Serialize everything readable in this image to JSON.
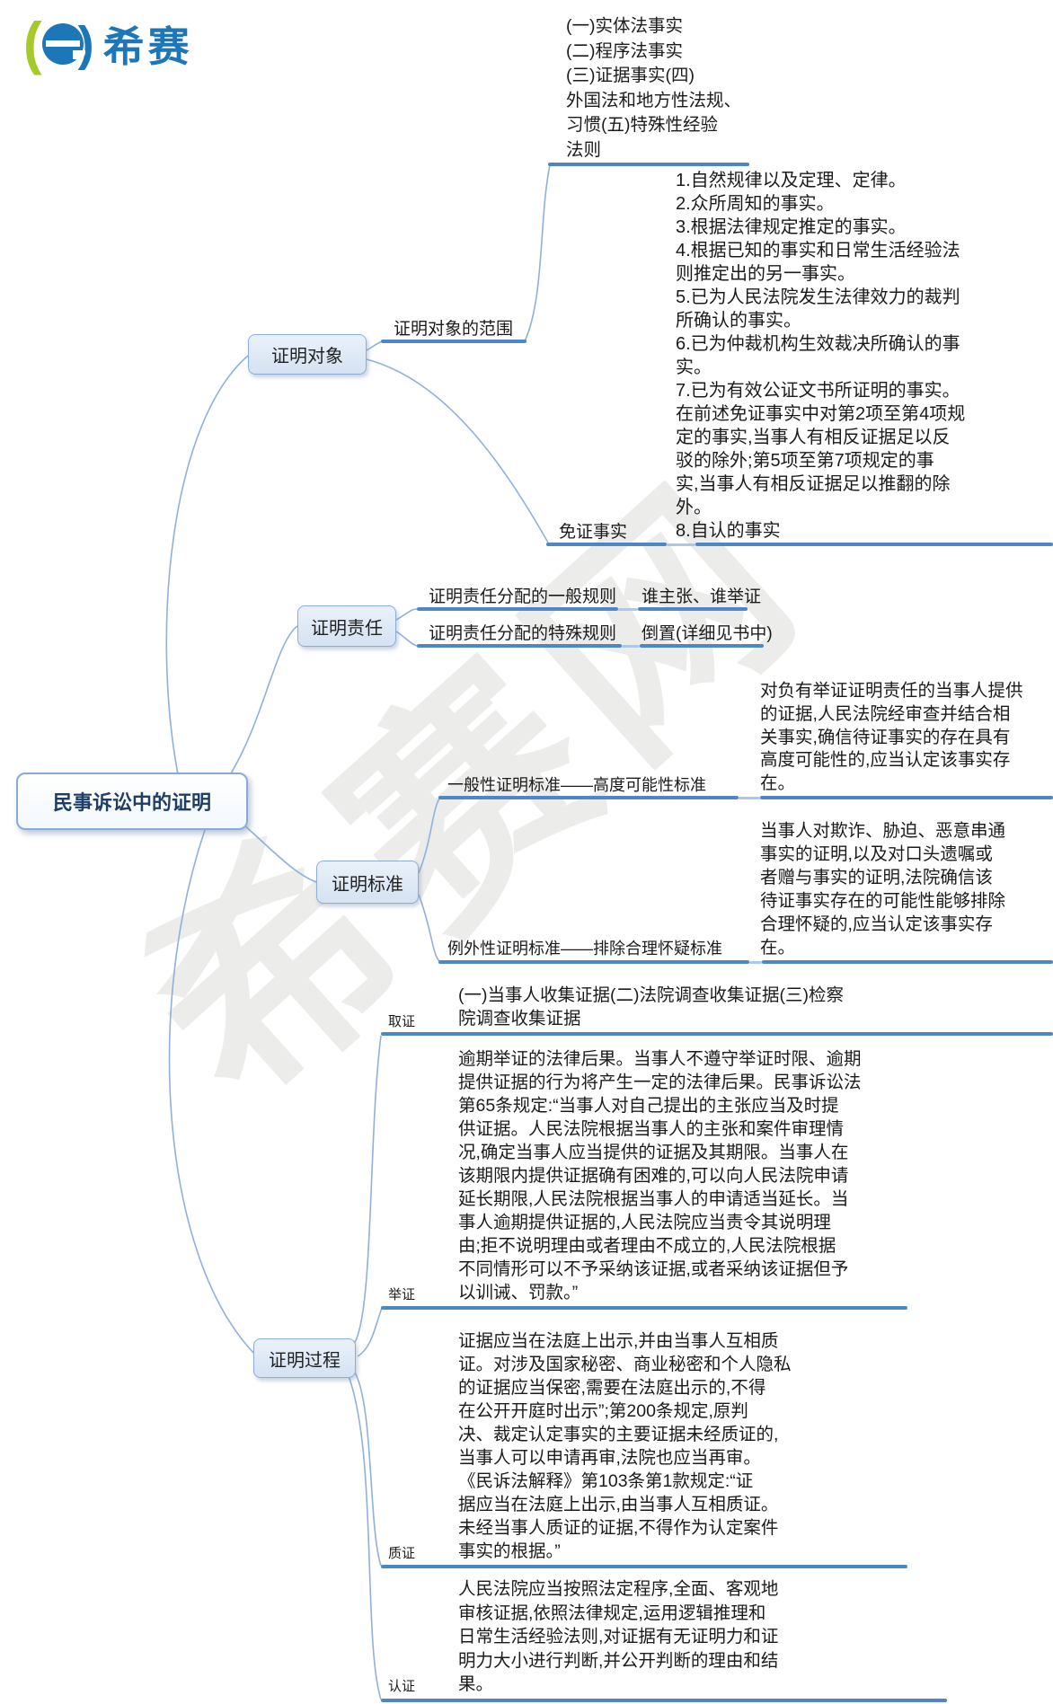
{
  "watermark": {
    "text": "希赛网"
  },
  "logo": {
    "brand": "希赛",
    "icon": "e-logo"
  },
  "colors": {
    "accent_blue": "#4f86c6",
    "light_blue": "#abc7ea",
    "node_fill": "#d5e2f2",
    "node_border": "#8badd8",
    "brand_blue": "#1c76b8",
    "logo_green": "#a6c92c",
    "root_text": "#1d3f66"
  },
  "root": {
    "label": "民事诉讼中的证明"
  },
  "object_branch": {
    "node_label": "证明对象",
    "scope": {
      "label": "证明对象的范围",
      "content": "(一)实体法事实\n(二)程序法事实\n(三)证据事实(四)\n外国法和地方性法规、\n习惯(五)特殊性经验\n法则"
    },
    "exempt": {
      "label": "免证事实",
      "content": "1.自然规律以及定理、定律。\n2.众所周知的事实。\n3.根据法律规定推定的事实。\n4.根据已知的事实和日常生活经验法\n则推定出的另一事实。\n5.已为人民法院发生法律效力的裁判\n所确认的事实。\n6.已为仲裁机构生效裁决所确认的事\n实。\n7.已为有效公证文书所证明的事实。\n在前述免证事实中对第2项至第4项规\n定的事实,当事人有相反证据足以反\n驳的除外;第5项至第7项规定的事\n实,当事人有相反证据足以推翻的除\n外。\n8.自认的事实"
    }
  },
  "burden_branch": {
    "node_label": "证明责任",
    "general": {
      "label": "证明责任分配的一般规则",
      "value": "谁主张、谁举证"
    },
    "special": {
      "label": "证明责任分配的特殊规则",
      "value": "倒置(详细见书中)"
    }
  },
  "standard_branch": {
    "node_label": "证明标准",
    "general": {
      "label": "一般性证明标准——高度可能性标准",
      "content": "对负有举证证明责任的当事人提供\n的证据,人民法院经审查并结合相\n关事实,确信待证事实的存在具有\n高度可能性的,应当认定该事实存\n在。"
    },
    "exception": {
      "label": "例外性证明标准——排除合理怀疑标准",
      "content": "当事人对欺诈、胁迫、恶意串通\n事实的证明,以及对口头遗嘱或\n者赠与事实的证明,法院确信该\n待证事实存在的可能性能够排除\n合理怀疑的,应当认定该事实存\n在。"
    }
  },
  "process_branch": {
    "node_label": "证明过程",
    "steps": [
      {
        "label": "取证",
        "content": "(一)当事人收集证据(二)法院调查收集证据(三)检察\n院调查收集证据"
      },
      {
        "label": "举证",
        "content": "逾期举证的法律后果。当事人不遵守举证时限、逾期\n提供证据的行为将产生一定的法律后果。民事诉讼法\n第65条规定:“当事人对自己提出的主张应当及时提\n供证据。人民法院根据当事人的主张和案件审理情\n况,确定当事人应当提供的证据及其期限。当事人在\n该期限内提供证据确有困难的,可以向人民法院申请\n延长期限,人民法院根据当事人的申请适当延长。当\n事人逾期提供证据的,人民法院应当责令其说明理\n由;拒不说明理由或者理由不成立的,人民法院根据\n不同情形可以不予采纳该证据,或者采纳该证据但予\n以训诫、罚款。”"
      },
      {
        "label": "质证",
        "content": "证据应当在法庭上出示,并由当事人互相质\n证。对涉及国家秘密、商业秘密和个人隐私\n的证据应当保密,需要在法庭出示的,不得\n在公开开庭时出示”;第200条规定,原判\n决、裁定认定事实的主要证据未经质证的,\n当事人可以申请再审,法院也应当再审。\n《民诉法解释》第103条第1款规定:“证\n据应当在法庭上出示,由当事人互相质证。\n未经当事人质证的证据,不得作为认定案件\n事实的根据。”"
      },
      {
        "label": "认证",
        "content": "人民法院应当按照法定程序,全面、客观地\n审核证据,依照法律规定,运用逻辑推理和\n日常生活经验法则,对证据有无证明力和证\n明力大小进行判断,并公开判断的理由和结\n果。"
      }
    ]
  }
}
